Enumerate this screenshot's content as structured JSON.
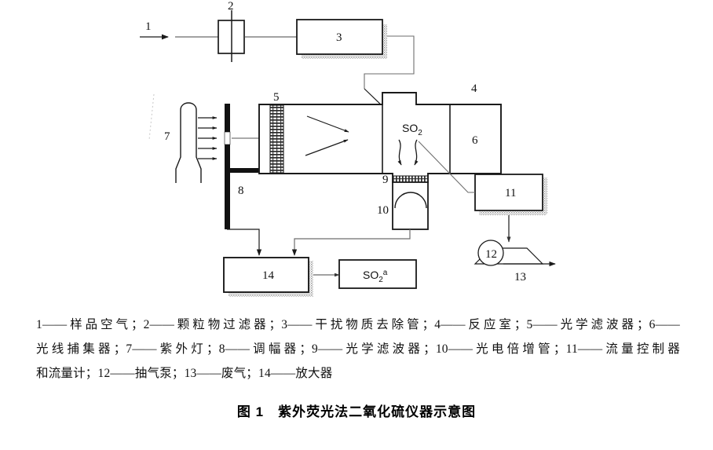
{
  "figure": {
    "numbers": {
      "n1": "1",
      "n2": "2",
      "n3": "3",
      "n4": "4",
      "n5": "5",
      "n6": "6",
      "n7": "7",
      "n8": "8",
      "n9": "9",
      "n10": "10",
      "n11": "11",
      "n12": "12",
      "n13": "13",
      "n14": "14"
    },
    "labels": {
      "so2_chamber": "SO",
      "so2_chamber_sub": "2",
      "so2_output": "SO",
      "so2_output_sub": "2",
      "so2_output_sup": "a"
    },
    "colors": {
      "stroke": "#1a1a1a",
      "thin_stroke": "#555555",
      "shadow": "#bdbdbd",
      "fill": "#ffffff",
      "hatch": "#2b2b2b"
    }
  },
  "legend": {
    "line1": "1——样品空气；2——颗粒物过滤器；3——干扰物质去除管；4——反应室；5——光学滤波器；6——",
    "line2": "光线捕集器；7——紫外灯；8——调幅器；9——光学滤波器；10——光电倍增管；11——流量控制器",
    "line3": "和流量计；12——抽气泵；13——废气；14——放大器"
  },
  "caption": {
    "text": "图 1　紫外荧光法二氧化硫仪器示意图"
  }
}
